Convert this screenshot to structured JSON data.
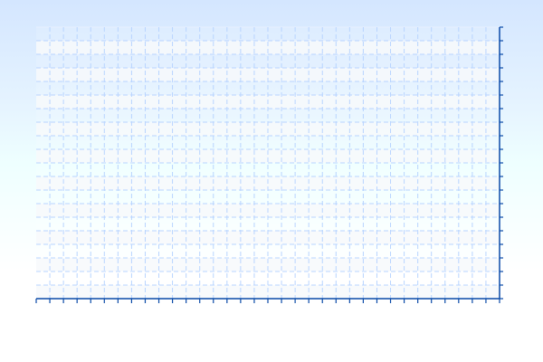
{
  "chart_data": {
    "type": "line",
    "title": "",
    "xlabel": "",
    "ylabel": "",
    "series": [],
    "grid": true,
    "x_grid_divisions": 34,
    "y_grid_divisions": 20,
    "colors": {
      "axis": "#0a4aa8",
      "grid": "#b8d4ff",
      "band": "#f7f9fb"
    }
  }
}
